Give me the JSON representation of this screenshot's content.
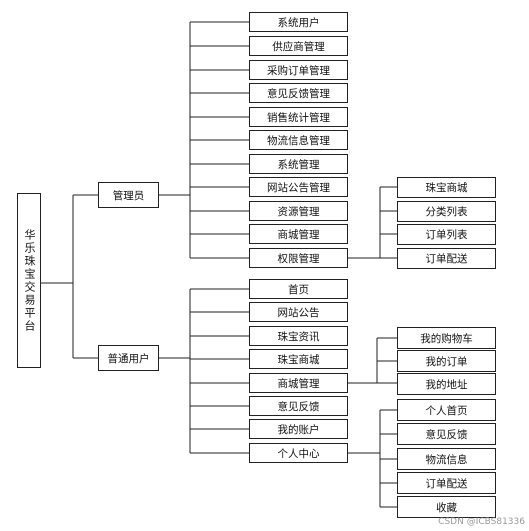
{
  "root": "华乐珠宝交易平台",
  "roles": {
    "admin": "管理员",
    "user": "普通用户"
  },
  "admin_items": [
    "系统用户",
    "供应商管理",
    "采购订单管理",
    "意见反馈管理",
    "销售统计管理",
    "物流信息管理",
    "系统管理",
    "网站公告管理",
    "资源管理",
    "商城管理",
    "权限管理"
  ],
  "admin_sub": [
    "珠宝商城",
    "分类列表",
    "订单列表",
    "订单配送"
  ],
  "user_items": [
    "首页",
    "网站公告",
    "珠宝资讯",
    "珠宝商城",
    "商城管理",
    "意见反馈",
    "我的账户",
    "个人中心"
  ],
  "mall_sub": [
    "我的购物车",
    "我的订单",
    "我的地址"
  ],
  "center_sub": [
    "个人首页",
    "意见反馈",
    "物流信息",
    "订单配送",
    "收藏"
  ],
  "watermark": "CSDN @ICBS81336"
}
